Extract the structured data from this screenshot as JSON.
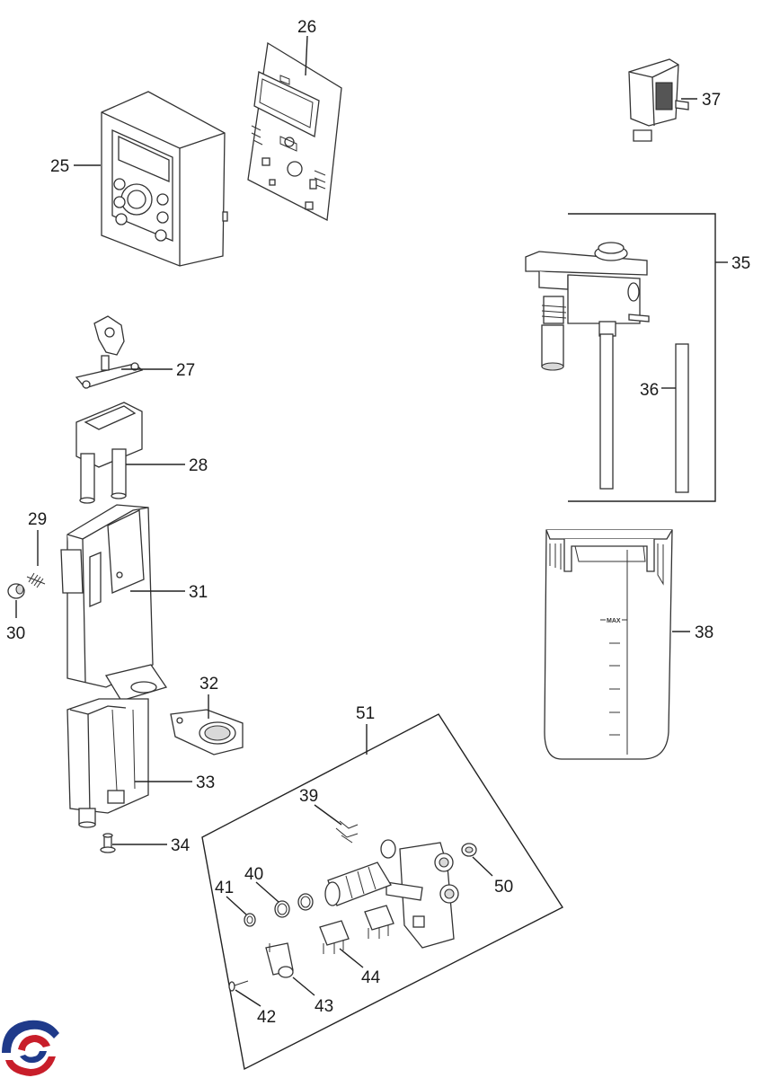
{
  "labels": {
    "p25": "25",
    "p26": "26",
    "p27": "27",
    "p28": "28",
    "p29": "29",
    "p30": "30",
    "p31": "31",
    "p32": "32",
    "p33": "33",
    "p34": "34",
    "p35": "35",
    "p36": "36",
    "p37": "37",
    "p38": "38",
    "p39": "39",
    "p40": "40",
    "p41": "41",
    "p42": "42",
    "p43": "43",
    "p44": "44",
    "p50": "50",
    "p51": "51"
  },
  "tank_mark": "MAX"
}
